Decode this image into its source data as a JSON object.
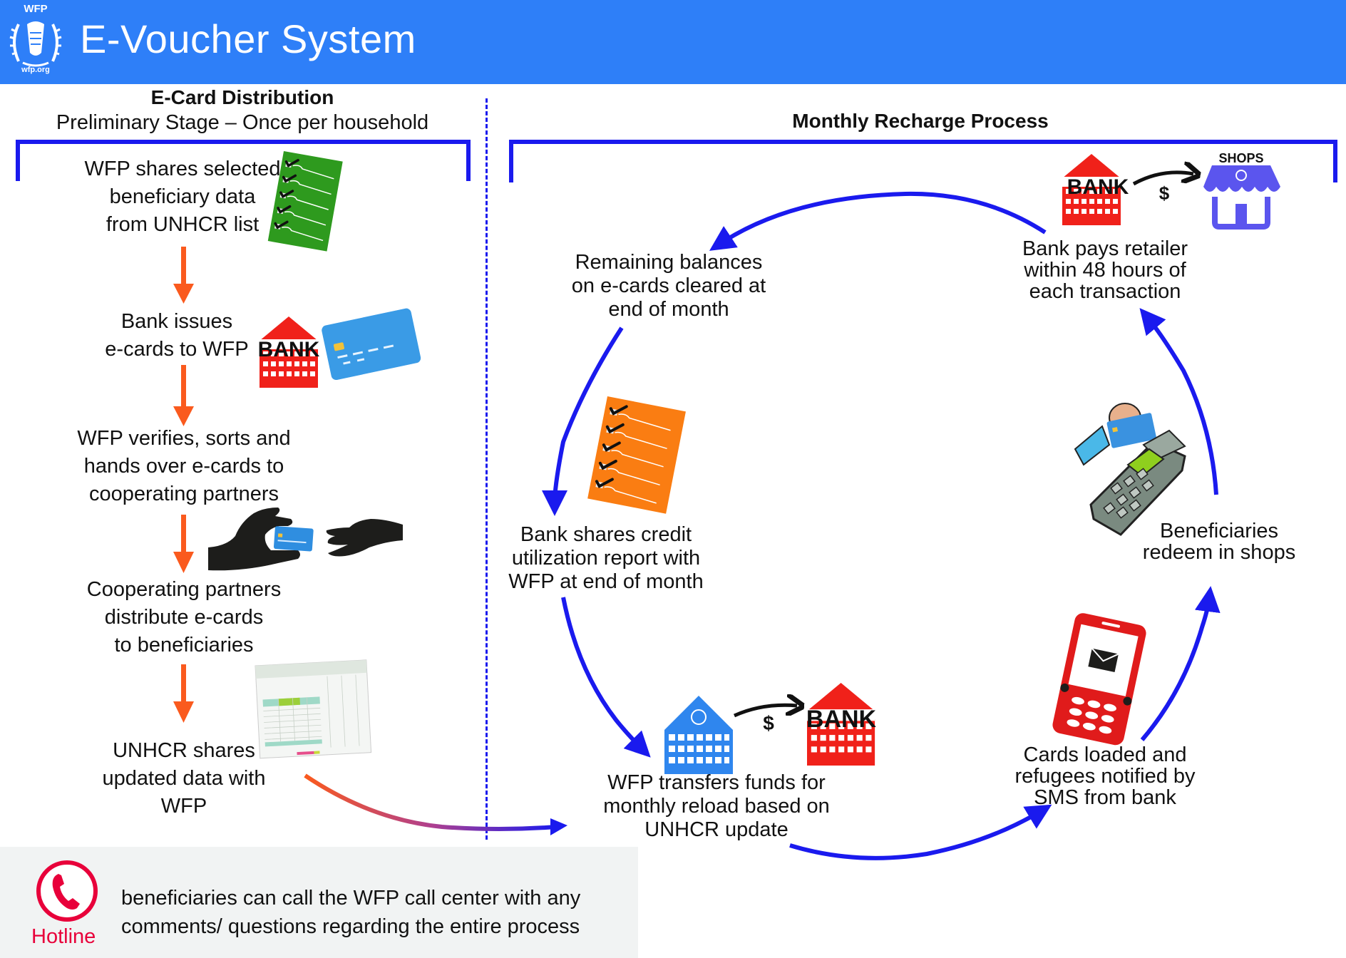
{
  "header": {
    "title": "E-Voucher System",
    "logo_top": "WFP",
    "logo_bottom": "wfp.org",
    "background_color": "#2e7ff8"
  },
  "left_section": {
    "title": "E-Card Distribution",
    "subtitle": "Preliminary Stage – Once per household",
    "steps": [
      {
        "lines": [
          "WFP shares selected",
          "beneficiary data",
          "from UNHCR list"
        ],
        "icon": "green-checklist-icon"
      },
      {
        "lines": [
          "Bank issues",
          "e-cards to WFP"
        ],
        "icon": "bank-and-card-icon"
      },
      {
        "lines": [
          "WFP verifies, sorts and",
          "hands over e-cards to",
          "cooperating partners"
        ],
        "icon": "hands-passing-card-icon"
      },
      {
        "lines": [
          "Cooperating partners",
          "distribute e-cards",
          "to beneficiaries"
        ],
        "icon": "spreadsheet-icon"
      },
      {
        "lines": [
          "UNHCR shares",
          "updated data with",
          "WFP"
        ],
        "icon": ""
      }
    ],
    "arrow_color": "#fa5a1e"
  },
  "right_section": {
    "title": "Monthly Recharge Process",
    "steps": [
      {
        "id": "bank-pays",
        "lines": [
          "Bank pays retailer",
          "within 48 hours of",
          "each transaction"
        ]
      },
      {
        "id": "remaining",
        "lines": [
          "Remaining balances",
          "on e-cards cleared at",
          "end of month"
        ]
      },
      {
        "id": "bank-shares",
        "lines": [
          "Bank shares credit",
          "utilization report with",
          "WFP at end of month"
        ]
      },
      {
        "id": "wfp-transfers",
        "lines": [
          "WFP transfers funds for",
          "monthly reload based on",
          "UNHCR update"
        ]
      },
      {
        "id": "cards-loaded",
        "lines": [
          "Cards loaded and",
          "refugees notified by",
          "SMS from bank"
        ]
      },
      {
        "id": "redeem",
        "lines": [
          "Beneficiaries",
          "redeem in shops"
        ]
      }
    ],
    "icon_labels": {
      "bank": "BANK",
      "shops": "SHOPS",
      "dollar": "$"
    },
    "cycle_color": "#1a1aee"
  },
  "hotline": {
    "label": "Hotline",
    "lines": [
      "beneficiaries can call the WFP call center with any",
      "comments/ questions regarding the entire process"
    ],
    "color": "#e8003a"
  }
}
